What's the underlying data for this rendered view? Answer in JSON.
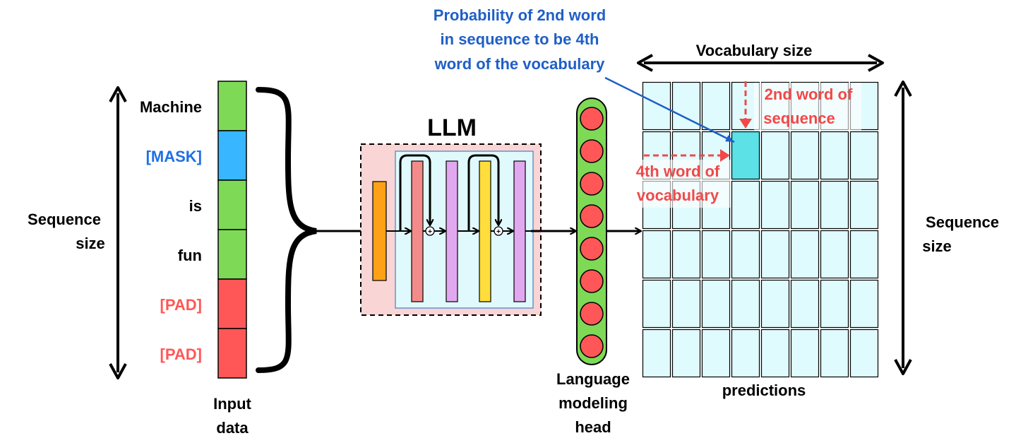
{
  "tokens": [
    {
      "text": "Machine",
      "color": "#7ed957"
    },
    {
      "text": "[MASK]",
      "color": "#38b6ff"
    },
    {
      "text": "is",
      "color": "#7ed957"
    },
    {
      "text": "fun",
      "color": "#7ed957"
    },
    {
      "text": "[PAD]",
      "color": "#ff5757"
    },
    {
      "text": "[PAD]",
      "color": "#ff5757"
    }
  ],
  "labels": {
    "sequence_size_left": [
      "Sequence",
      "size"
    ],
    "sequence_size_right": [
      "Sequence",
      "size"
    ],
    "input_data": [
      "Input",
      "data"
    ],
    "llm": "LLM",
    "lm_head": [
      "Language",
      "modeling",
      "head"
    ],
    "vocabulary_size": "Vocabulary size",
    "predictions": "predictions",
    "probability_note": [
      "Probability of 2nd word",
      "in sequence to be 4th",
      "word of the vocabulary"
    ],
    "second_word": [
      "2nd word of",
      "sequence"
    ],
    "fourth_word": [
      "4th word of",
      "vocabulary"
    ]
  },
  "grid": {
    "rows": 6,
    "cols": 8,
    "highlight_row": 2,
    "highlight_col": 4
  },
  "lm_head_neurons": 8,
  "colors": {
    "black_text": "#000000",
    "mask_text": "#1f6fe5",
    "pad_text": "#ff5757",
    "annotation_blue": "#1f5fc7",
    "annotation_red": "#f24848",
    "llm_box_fill": "#f9d5d5",
    "inner_box_fill": "#e0f9fc",
    "inner_box_stroke": "#6a92c8",
    "grid_cell": "#e0fbfd",
    "grid_highlight": "#5ce1e6",
    "neuron_fill": "#ff5757",
    "head_fill": "#7ed957",
    "bar_orange": "#ffa116",
    "bar_pink": "#f48b8b",
    "bar_violet": "#e1a8f0",
    "bar_yellow": "#ffde3b"
  }
}
